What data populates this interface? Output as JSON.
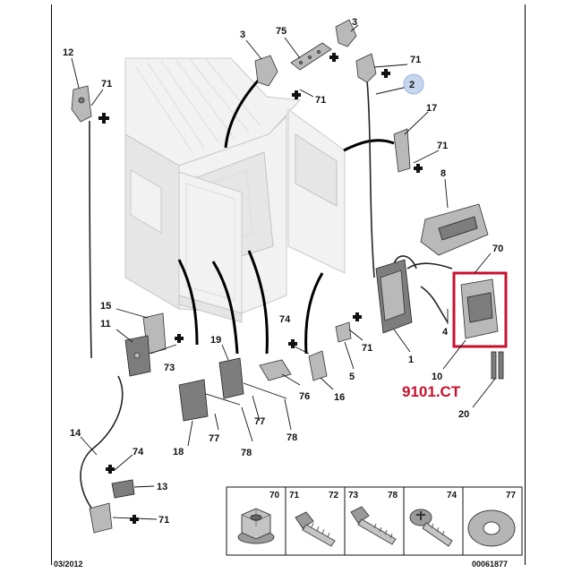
{
  "callouts": {
    "c12": "12",
    "c71a": "71",
    "c3a": "3",
    "c75": "75",
    "c3b": "3",
    "c71b": "71",
    "c71c": "71",
    "c2": "2",
    "c17": "17",
    "c71d": "71",
    "c8": "8",
    "c70": "70",
    "c15": "15",
    "c11": "11",
    "c73": "73",
    "c19": "19",
    "c74a": "74",
    "c71e": "71",
    "c1": "1",
    "c4": "4",
    "c5": "5",
    "c10": "10",
    "c20": "20",
    "c16": "16",
    "c76": "76",
    "c77a": "77",
    "c78a": "78",
    "c18": "18",
    "c77b": "77",
    "c78b": "78",
    "c14": "14",
    "c74b": "74",
    "c13": "13",
    "c71f": "71"
  },
  "highlight_ref": "9101.CT",
  "legend": {
    "items": [
      {
        "labels": [
          "70"
        ],
        "icon": "flange-nut-icon"
      },
      {
        "labels": [
          "71",
          "72"
        ],
        "icon": "hex-screw-icon"
      },
      {
        "labels": [
          "73",
          "78"
        ],
        "icon": "long-bolt-icon"
      },
      {
        "labels": [
          "74"
        ],
        "icon": "torx-screw-icon"
      },
      {
        "labels": [
          "77"
        ],
        "icon": "washer-icon"
      }
    ]
  },
  "footer": {
    "date": "03/2012",
    "doc_number": "00061877"
  },
  "colors": {
    "highlight": "#c8102e",
    "badge": "#c6d6ee"
  }
}
